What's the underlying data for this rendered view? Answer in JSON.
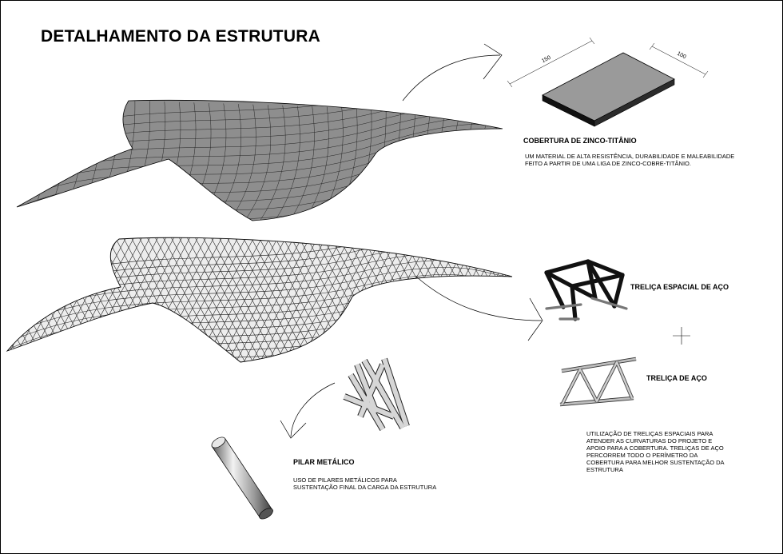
{
  "title": "DETALHAMENTO DA ESTRUTURA",
  "cobertura": {
    "heading": "COBERTURA DE ZINCO-TITÂNIO",
    "description": "UM MATERIAL DE ALTA RESISTÊNCIA, DURABILIDADE E MALEABILIDADE\nFEITO A PARTIR DE UMA LIGA DE ZINCO-COBRE-TITÂNIO.",
    "dim_length": "150",
    "dim_width": "100"
  },
  "trelica_espacial": {
    "heading": "TRELIÇA ESPACIAL DE AÇO"
  },
  "trelica": {
    "heading": "TRELIÇA DE AÇO"
  },
  "trelica_description": "UTILIZAÇÃO DE TRELIÇAS ESPACIAIS PARA\nATENDER AS CURVATURAS DO PROJETO E\nAPOIO PARA A COBERTURA. TRELIÇAS DE AÇO\nPERCORREM TODO O PERÍMETRO DA\nCOBERTURA PARA MELHOR SUSTENTAÇÃO DA\nESTRUTURA",
  "pilar": {
    "heading": "PILAR METÁLICO",
    "description": "USO DE PILARES METÁLICOS PARA\nSUSTENTAÇÃO FINAL DA CARGA DA ESTRUTURA"
  },
  "colors": {
    "roof_fill": "#8c8c8c",
    "panel_top": "#9a9a9a",
    "line": "#000000"
  }
}
